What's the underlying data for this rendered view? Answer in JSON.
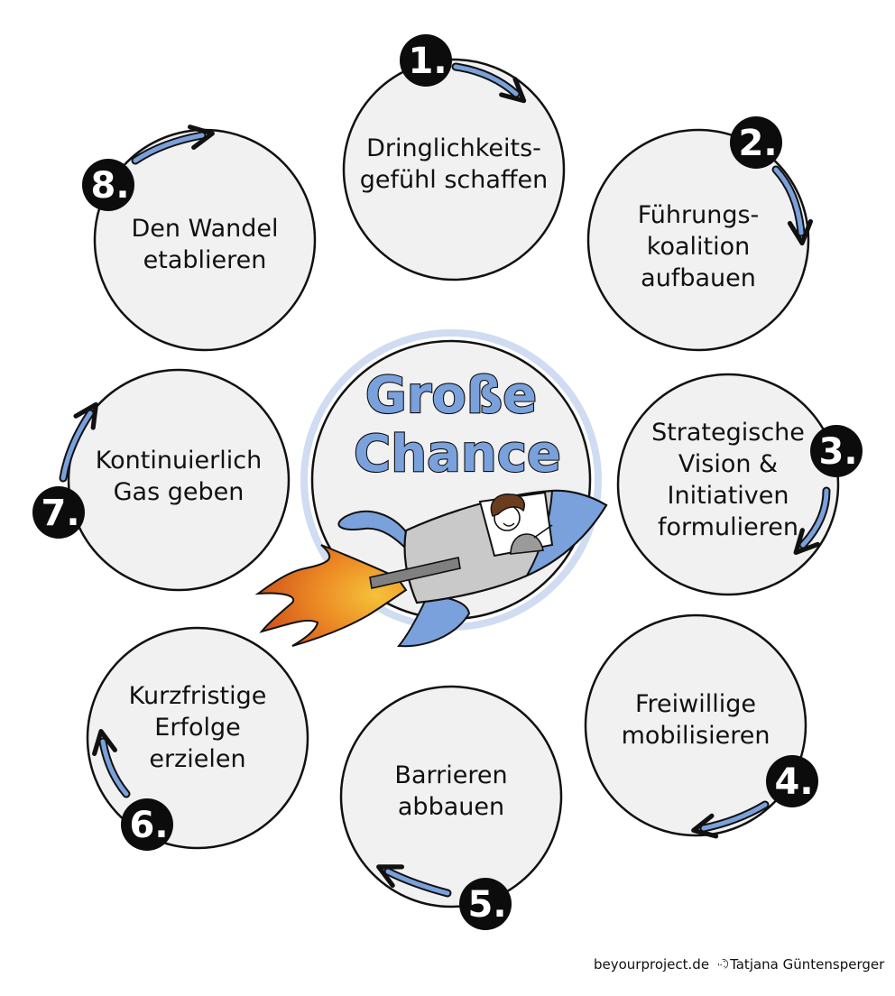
{
  "center": {
    "title_line1": "Große",
    "title_line2": "Chance"
  },
  "steps": [
    {
      "badge": "1.",
      "lines": [
        "Dringlichkeits-",
        "gefühl schaffen"
      ]
    },
    {
      "badge": "2.",
      "lines": [
        "Führungs-",
        "koalition",
        "aufbauen"
      ]
    },
    {
      "badge": "3.",
      "lines": [
        "Strategische",
        "Vision &",
        "Initiativen",
        "formulieren"
      ]
    },
    {
      "badge": "4.",
      "lines": [
        "Freiwillige",
        "mobilisieren"
      ]
    },
    {
      "badge": "5.",
      "lines": [
        "Barrieren",
        "abbauen"
      ]
    },
    {
      "badge": "6.",
      "lines": [
        "Kurzfristige",
        "Erfolge",
        "erzielen"
      ]
    },
    {
      "badge": "7.",
      "lines": [
        "Kontinuierlich",
        "Gas geben"
      ]
    },
    {
      "badge": "8.",
      "lines": [
        "Den Wandel",
        "etablieren"
      ]
    }
  ],
  "footer": {
    "site": "beyourproject.de",
    "copyright": "©Tatjana Güntensperger"
  },
  "colors": {
    "accent_blue": "#7aa1dc",
    "circle_fill": "#f1f1f1",
    "center_ring": "#cfdcf1",
    "flame_orange": "#e8872b",
    "rocket_grey": "#c9c9c9",
    "badge_black": "#0c0c0c"
  },
  "icons": {
    "footer_icon": "person-icon"
  }
}
